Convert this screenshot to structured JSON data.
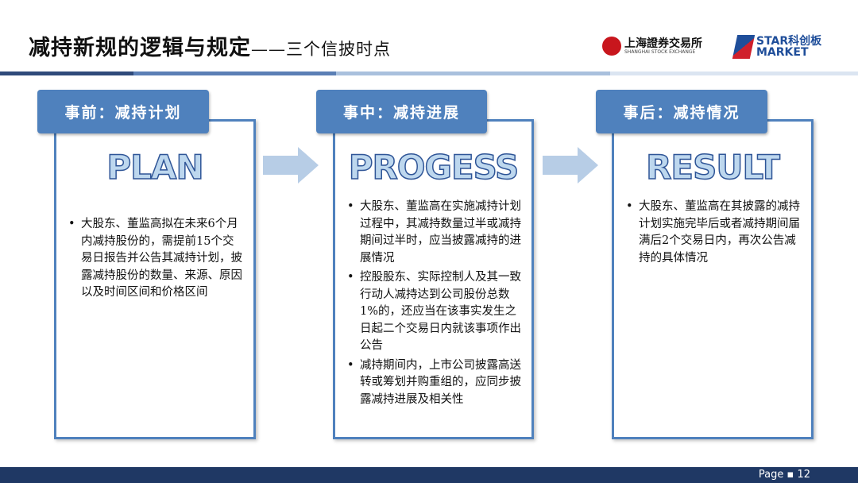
{
  "header": {
    "title": "减持新规的逻辑与规定",
    "subtitle": "——三个信披时点",
    "logo_sse_cn": "上海證券交易所",
    "logo_sse_en": "SHANGHAI STOCK EXCHANGE",
    "logo_star_1": "STAR科创板",
    "logo_star_2": "MARKET"
  },
  "panels": [
    {
      "label": "事前：减持计划",
      "big": "PLAN",
      "bullets": [
        "大股东、董监高拟在未来6个月内减持股份的，需提前15个交易日报告并公告其减持计划，披露减持股份的数量、来源、原因以及时间区间和价格区间"
      ]
    },
    {
      "label": "事中：减持进展",
      "big": "PROGESS",
      "bullets": [
        "大股东、董监高在实施减持计划过程中，其减持数量过半或减持期间过半时，应当披露减持的进展情况",
        "控股股东、实际控制人及其一致行动人减持达到公司股份总数1%的，还应当在该事实发生之日起二个交易日内就该事项作出公告",
        "减持期间内，上市公司披露高送转或筹划并购重组的，应同步披露减持进展及相关性"
      ]
    },
    {
      "label": "事后：减持情况",
      "big": "RESULT",
      "bullets": [
        "大股东、董监高在其披露的减持计划实施完毕后或者减持期间届满后2个交易日内，再次公告减持的具体情况"
      ]
    }
  ],
  "footer": {
    "page": "Page ▪ 12"
  }
}
